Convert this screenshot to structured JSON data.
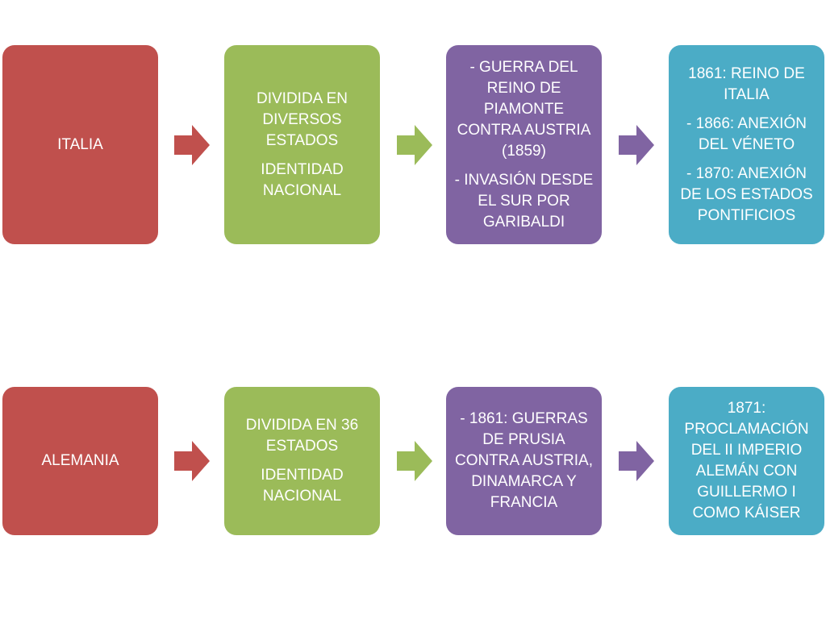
{
  "rows": [
    {
      "country": "ITALIA",
      "box2": [
        "DIVIDIDA EN DIVERSOS ESTADOS",
        "IDENTIDAD NACIONAL"
      ],
      "box3": [
        "- GUERRA DEL REINO DE PIAMONTE CONTRA AUSTRIA (1859)",
        "- INVASIÓN DESDE EL SUR POR GARIBALDI"
      ],
      "box4": [
        "1861: REINO DE ITALIA",
        "- 1866: ANEXIÓN DEL VÉNETO",
        "- 1870: ANEXIÓN DE LOS ESTADOS PONTIFICIOS"
      ]
    },
    {
      "country": "ALEMANIA",
      "box2": [
        "DIVIDIDA EN 36 ESTADOS",
        "IDENTIDAD NACIONAL"
      ],
      "box3": [
        "- 1861: GUERRAS DE PRUSIA CONTRA AUSTRIA, DINAMARCA Y FRANCIA"
      ],
      "box4": [
        "1871: PROCLAMACIÓN DEL II IMPERIO ALEMÁN CON GUILLERMO I COMO KÁISER"
      ]
    }
  ],
  "colors": {
    "red": "#c0504d",
    "green": "#9bbb59",
    "purple": "#8064a2",
    "teal": "#4bacc6"
  },
  "icons": {
    "arrow": "right-arrow-icon"
  }
}
